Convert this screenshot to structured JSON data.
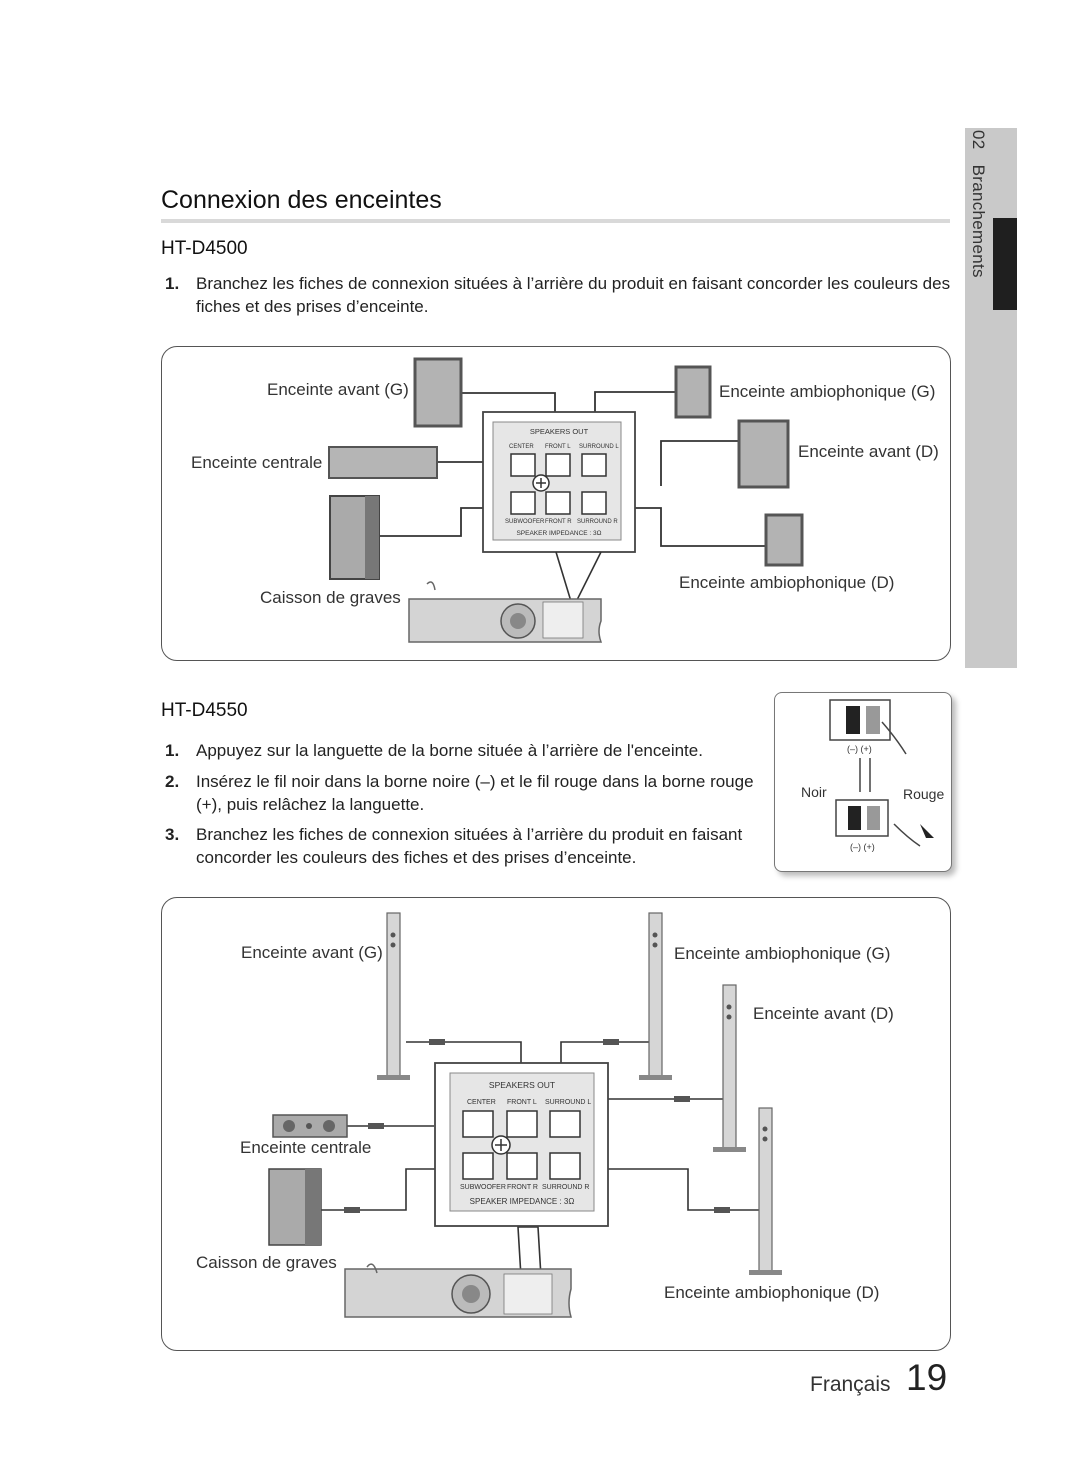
{
  "sidebar": {
    "chapter": "02",
    "section": "Branchements"
  },
  "title": "Connexion des enceintes",
  "section1": {
    "model": "HT-D4500",
    "steps": [
      {
        "num": "1.",
        "line1": "Branchez les fiches de connexion situées à l’arrière du produit en faisant concorder les couleurs des",
        "line2": "fiches et des prises d’enceinte."
      }
    ],
    "diagram": {
      "front_left": "Enceinte avant (G)",
      "center": "Enceinte centrale",
      "subwoofer": "Caisson de graves",
      "surround_left": "Enceinte ambiophonique (G)",
      "front_right": "Enceinte avant (D)",
      "surround_right": "Enceinte ambiophonique (D)"
    }
  },
  "panel": {
    "speakers_out": "SPEAKERS OUT",
    "center": "CENTER",
    "front_l": "FRONT L",
    "surround_l": "SURROUND L",
    "subwoofer": "SUBWOOFER",
    "front_r": "FRONT R",
    "surround_r": "SURROUND R",
    "impedance": "SPEAKER IMPEDANCE : 3Ω"
  },
  "section2": {
    "model": "HT-D4550",
    "steps": [
      {
        "num": "1.",
        "line1": "Appuyez sur la languette de la borne située à l’arrière de l'enceinte.",
        "line2": ""
      },
      {
        "num": "2.",
        "line1": "Insérez le fil noir dans la borne noire (–) et le fil rouge dans la borne rouge",
        "line2": "(+), puis relâchez la languette."
      },
      {
        "num": "3.",
        "line1": "Branchez les fiches de connexion situées à l’arrière du produit en faisant",
        "line2": "concorder les couleurs des fiches et des prises d’enceinte."
      }
    ],
    "inset": {
      "minus_plus": "(–)  (+)",
      "black": "Noir",
      "red": "Rouge"
    },
    "diagram": {
      "front_left": "Enceinte avant (G)",
      "center": "Enceinte centrale",
      "subwoofer": "Caisson de graves",
      "surround_left": "Enceinte ambiophonique (G)",
      "front_right": "Enceinte avant (D)",
      "surround_right": "Enceinte ambiophonique (D)"
    }
  },
  "footer": {
    "language": "Français",
    "page": "19"
  }
}
